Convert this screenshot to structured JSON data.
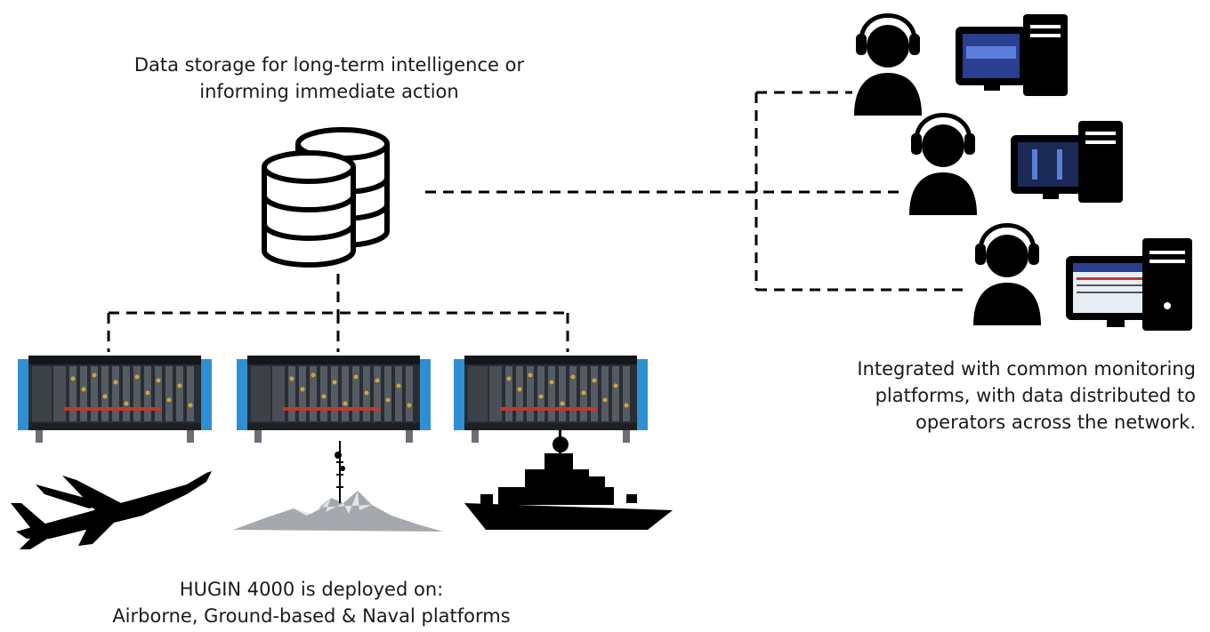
{
  "captions": {
    "storage": [
      "Data storage for long-term intelligence or",
      "informing immediate action"
    ],
    "monitoring": [
      "Integrated with common monitoring",
      "platforms, with data distributed to",
      "operators across the network."
    ],
    "deployment": [
      "HUGIN 4000 is deployed on:",
      "Airborne, Ground-based & Naval platforms"
    ]
  },
  "nodes": {
    "storage": "database-icon",
    "hardware_units": [
      "hugin-4000-chassis",
      "hugin-4000-chassis",
      "hugin-4000-chassis"
    ],
    "platforms": [
      "aircraft-silhouette",
      "mountain-radio-tower",
      "naval-ship-silhouette"
    ],
    "operators": [
      "operator-headset-workstation",
      "operator-headset-workstation",
      "operator-headset-workstation"
    ]
  },
  "colors": {
    "chassis_accent": "#2f8fd4",
    "chassis_body": "#2a2d33",
    "ink": "#000000"
  }
}
